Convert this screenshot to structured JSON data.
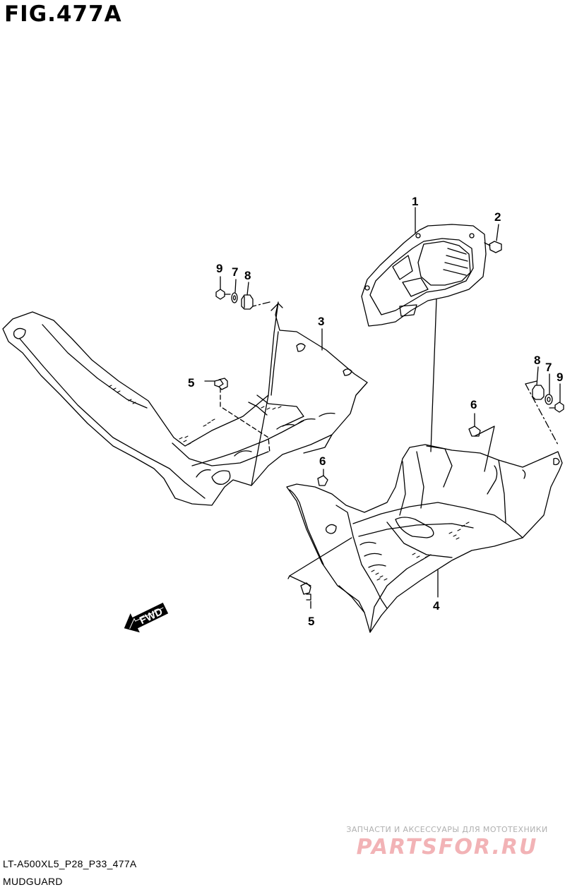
{
  "figure": {
    "title": "FIG.477A",
    "model_code": "LT-A500XL5_P28_P33_477A",
    "section_name": "MUDGUARD"
  },
  "direction_arrow": {
    "label": "FWD",
    "icon": "forward-arrow-icon"
  },
  "callouts": {
    "c1": "1",
    "c2": "2",
    "c3": "3",
    "c4": "4",
    "c5a": "5",
    "c5b": "5",
    "c6a": "6",
    "c6b": "6",
    "c7a": "7",
    "c7b": "7",
    "c8a": "8",
    "c8b": "8",
    "c9a": "9",
    "c9b": "9"
  },
  "watermark": {
    "subtitle": "ЗАПЧАСТИ И АКСЕССУАРЫ ДЛЯ МОТОТЕХНИКИ",
    "brand": "PARTSFOR.RU",
    "color": "#f2b3b6"
  }
}
